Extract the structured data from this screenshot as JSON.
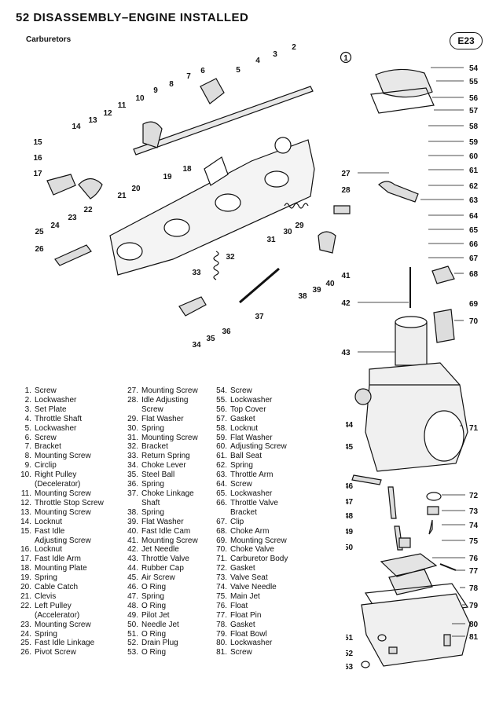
{
  "header": {
    "title": "52 DISASSEMBLY–ENGINE INSTALLED",
    "section": "Carburetors",
    "figure_code": "E23"
  },
  "legend": [
    [
      "1.",
      "Screw"
    ],
    [
      "2.",
      "Lockwasher"
    ],
    [
      "3.",
      "Set Plate"
    ],
    [
      "4.",
      "Throttle Shaft"
    ],
    [
      "5.",
      "Lockwasher"
    ],
    [
      "6.",
      "Screw"
    ],
    [
      "7.",
      "Bracket"
    ],
    [
      "8.",
      "Mounting Screw"
    ],
    [
      "9.",
      "Circlip"
    ],
    [
      "10.",
      "Right Pulley"
    ],
    [
      "",
      "(Decelerator)"
    ],
    [
      "11.",
      "Mounting Screw"
    ],
    [
      "12.",
      "Throttle Stop Screw"
    ],
    [
      "13.",
      "Mounting Screw"
    ],
    [
      "14.",
      "Locknut"
    ],
    [
      "15.",
      "Fast Idle"
    ],
    [
      "",
      "Adjusting Screw"
    ],
    [
      "16.",
      "Locknut"
    ],
    [
      "17.",
      "Fast Idle Arm"
    ],
    [
      "18.",
      "Mounting Plate"
    ],
    [
      "19.",
      "Spring"
    ],
    [
      "20.",
      "Cable Catch"
    ],
    [
      "21.",
      "Clevis"
    ],
    [
      "22.",
      "Left Pulley"
    ],
    [
      "",
      "(Accelerator)"
    ],
    [
      "23.",
      "Mounting Screw"
    ],
    [
      "24.",
      "Spring"
    ],
    [
      "25.",
      "Fast Idle Linkage"
    ],
    [
      "26.",
      "Pivot Screw"
    ],
    [
      "27.",
      "Mounting Screw"
    ],
    [
      "28.",
      "Idle Adjusting"
    ],
    [
      "",
      "Screw"
    ],
    [
      "29.",
      "Flat Washer"
    ],
    [
      "30.",
      "Spring"
    ],
    [
      "31.",
      "Mounting Screw"
    ],
    [
      "32.",
      "Bracket"
    ],
    [
      "33.",
      "Return Spring"
    ],
    [
      "34.",
      "Choke Lever"
    ],
    [
      "35.",
      "Steel Ball"
    ],
    [
      "36.",
      "Spring"
    ],
    [
      "37.",
      "Choke Linkage"
    ],
    [
      "",
      "Shaft"
    ],
    [
      "38.",
      "Spring"
    ],
    [
      "39.",
      "Flat Washer"
    ],
    [
      "40.",
      "Fast Idle Cam"
    ],
    [
      "41.",
      "Mounting Screw"
    ],
    [
      "42.",
      "Jet Needle"
    ],
    [
      "43.",
      "Throttle Valve"
    ],
    [
      "44.",
      "Rubber Cap"
    ],
    [
      "45.",
      "Air Screw"
    ],
    [
      "46.",
      "O Ring"
    ],
    [
      "47.",
      "Spring"
    ],
    [
      "48.",
      "O Ring"
    ],
    [
      "49.",
      "Pilot Jet"
    ],
    [
      "50.",
      "Needle Jet"
    ],
    [
      "51.",
      "O Ring"
    ],
    [
      "52.",
      "Drain Plug"
    ],
    [
      "53.",
      "O Ring"
    ],
    [
      "54.",
      "Screw"
    ],
    [
      "55.",
      "Lockwasher"
    ],
    [
      "56.",
      "Top Cover"
    ],
    [
      "57.",
      "Gasket"
    ],
    [
      "58.",
      "Locknut"
    ],
    [
      "59.",
      "Flat Washer"
    ],
    [
      "60.",
      "Adjusting Screw"
    ],
    [
      "61.",
      "Ball Seat"
    ],
    [
      "62.",
      "Spring"
    ],
    [
      "63.",
      "Throttle Arm"
    ],
    [
      "64.",
      "Screw"
    ],
    [
      "65.",
      "Lockwasher"
    ],
    [
      "66.",
      "Throttle Valve"
    ],
    [
      "",
      "Bracket"
    ],
    [
      "67.",
      "Clip"
    ],
    [
      "68.",
      "Choke Arm"
    ],
    [
      "69.",
      "Mounting Screw"
    ],
    [
      "70.",
      "Choke Valve"
    ],
    [
      "71.",
      "Carburetor Body"
    ],
    [
      "72.",
      "Gasket"
    ],
    [
      "73.",
      "Valve Seat"
    ],
    [
      "74.",
      "Valve Needle"
    ],
    [
      "75.",
      "Main Jet"
    ],
    [
      "76.",
      "Float"
    ],
    [
      "77.",
      "Float Pin"
    ],
    [
      "78.",
      "Gasket"
    ],
    [
      "79.",
      "Float Bowl"
    ],
    [
      "80.",
      "Lockwasher"
    ],
    [
      "81.",
      "Screw"
    ]
  ]
}
